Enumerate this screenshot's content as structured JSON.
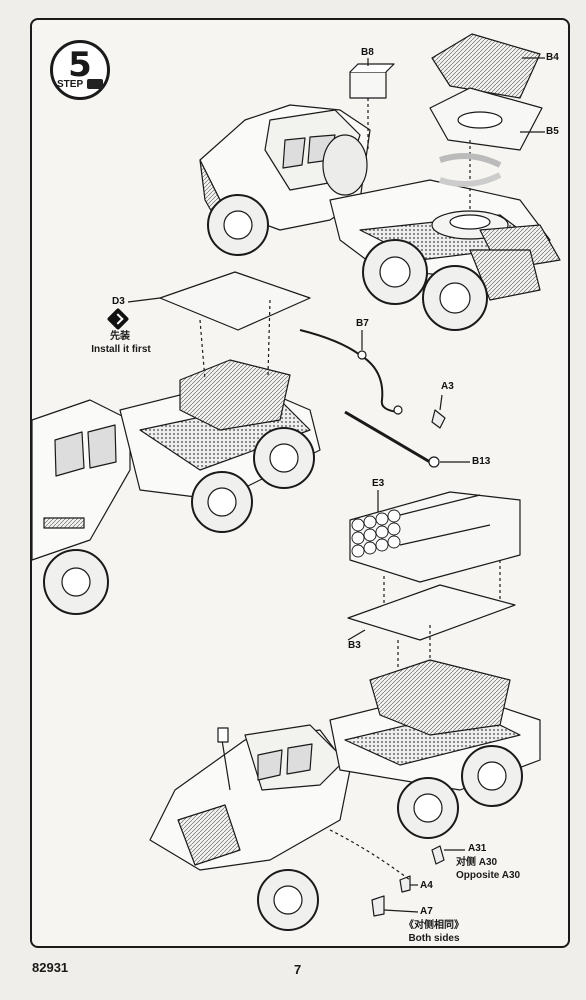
{
  "step": {
    "number": "5",
    "word": "STEP"
  },
  "labels": {
    "b8": "B8",
    "b4": "B4",
    "b5": "B5",
    "d3": "D3",
    "b7": "B7",
    "a3": "A3",
    "b13": "B13",
    "e3": "E3",
    "b3": "B3",
    "a31": "A31",
    "a4": "A4",
    "a7": "A7"
  },
  "notes": {
    "install_cn": "先装",
    "install_en": "Install it first",
    "opposite_cn": "对侧 A30",
    "opposite_en": "Opposite A30",
    "both_cn": "《对侧相同》",
    "both_en": "Both sides"
  },
  "footer": {
    "code": "82931",
    "page": "7"
  },
  "icons": [
    "step-tank-icon",
    "install-first-icon"
  ]
}
